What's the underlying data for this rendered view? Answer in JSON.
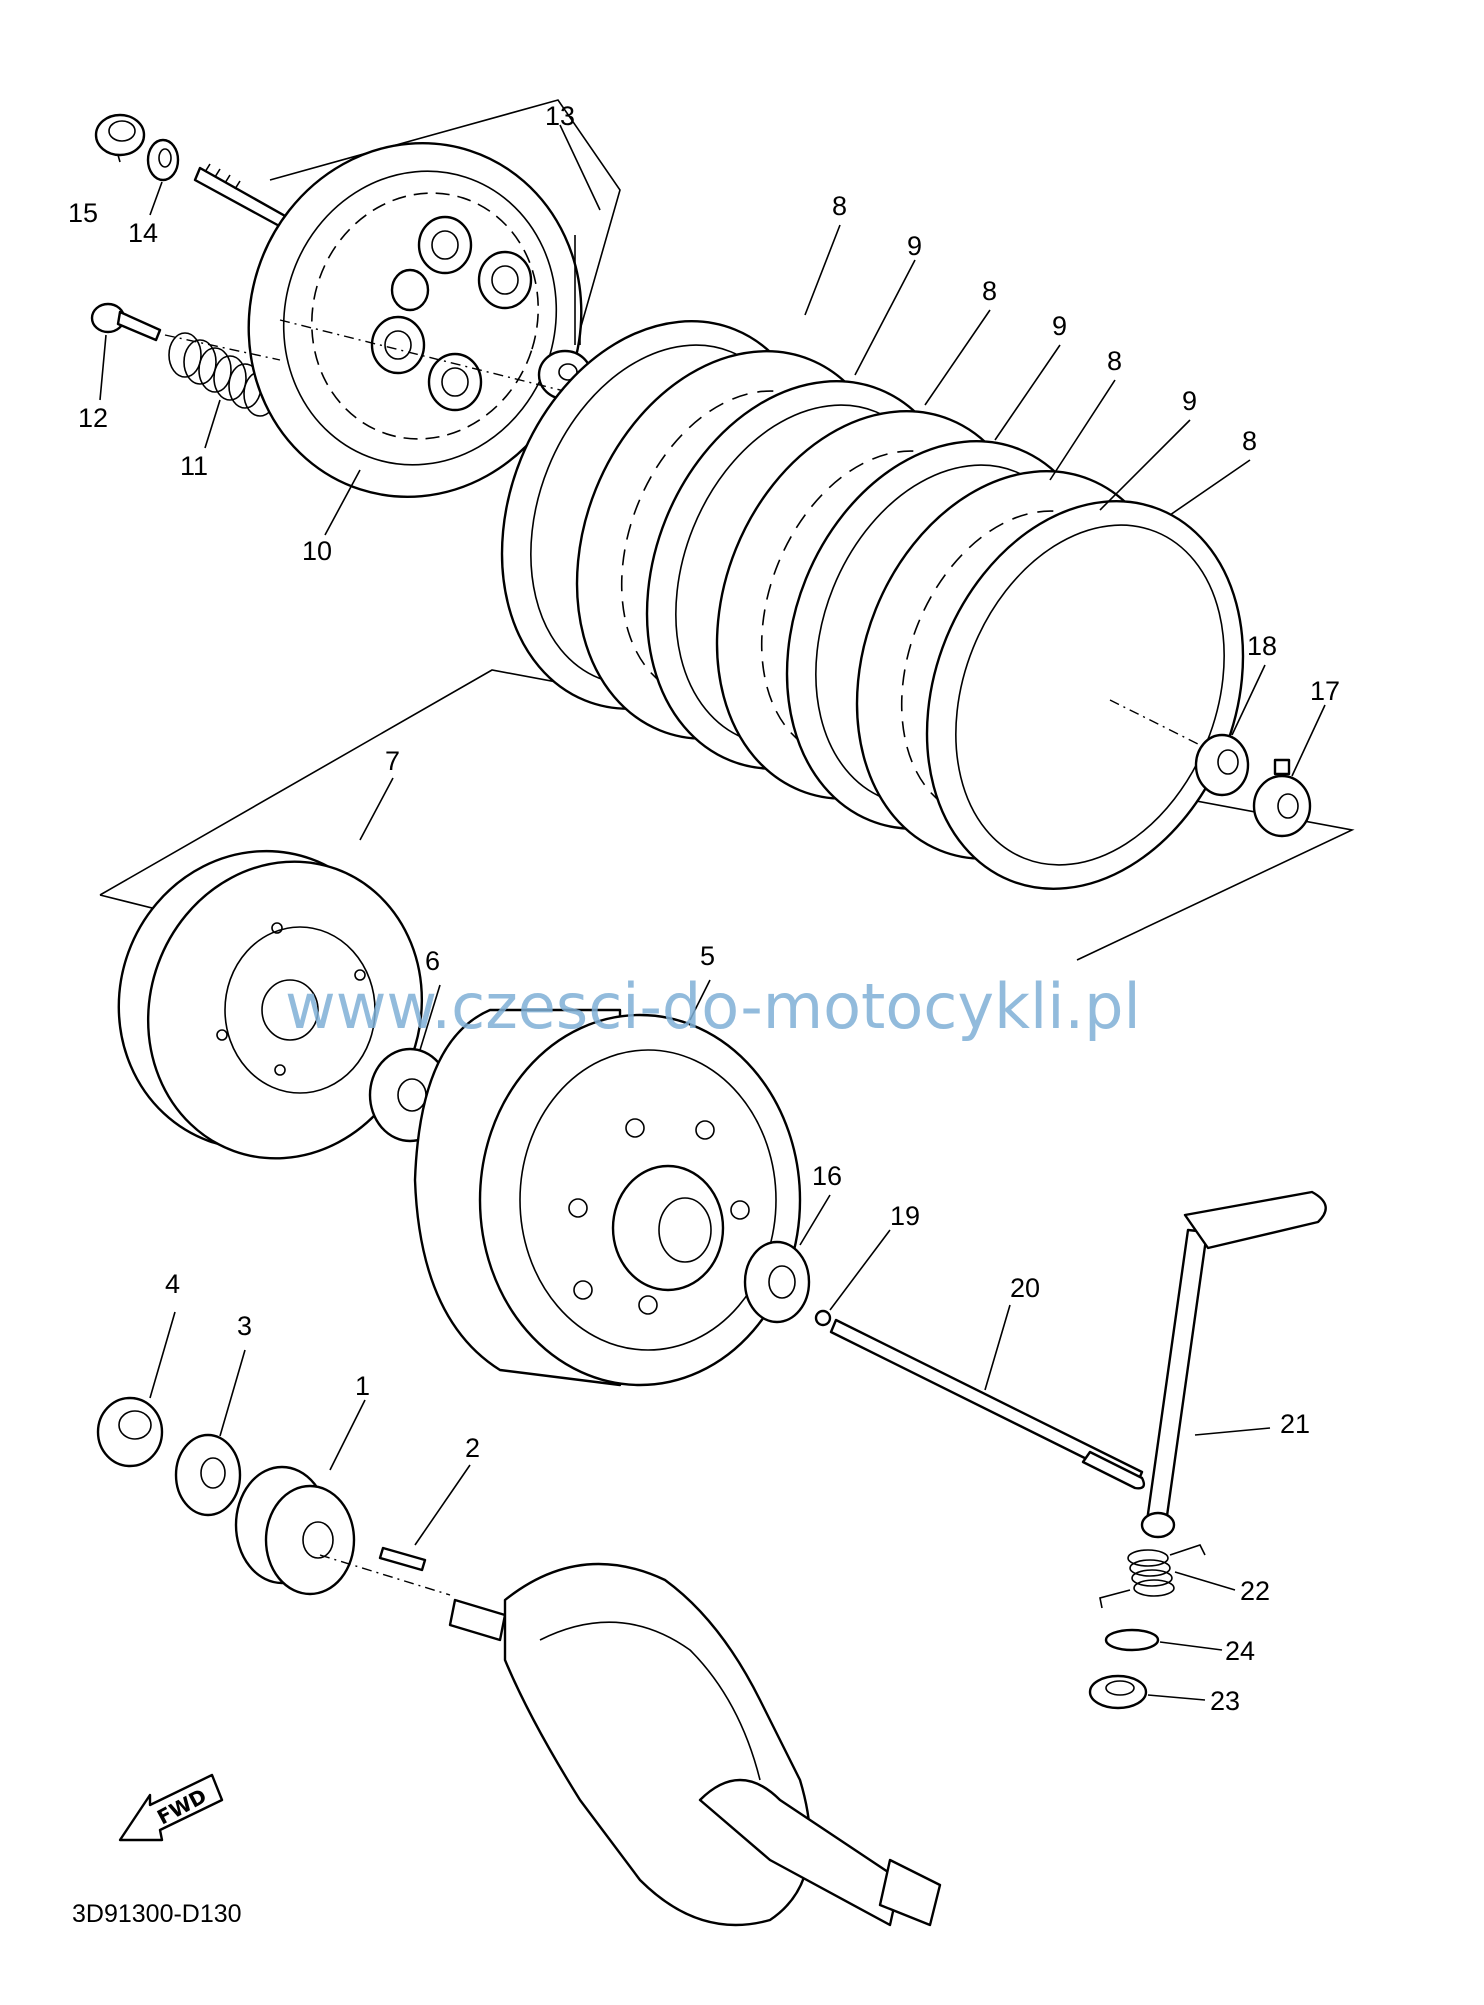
{
  "watermark": "www.czesci-do-motocykli.pl",
  "diagram_code": "3D91300-D130",
  "direction_label": "FWD",
  "callouts": {
    "c1": "1",
    "c2": "2",
    "c3": "3",
    "c4": "4",
    "c5": "5",
    "c6": "6",
    "c7": "7",
    "c8a": "8",
    "c8b": "8",
    "c8c": "8",
    "c8d": "8",
    "c9a": "9",
    "c9b": "9",
    "c9c": "9",
    "c10": "10",
    "c11": "11",
    "c12": "12",
    "c13": "13",
    "c14": "14",
    "c15": "15",
    "c16": "16",
    "c17": "17",
    "c18": "18",
    "c19": "19",
    "c20": "20",
    "c21": "21",
    "c22": "22",
    "c23": "23",
    "c24": "24"
  }
}
